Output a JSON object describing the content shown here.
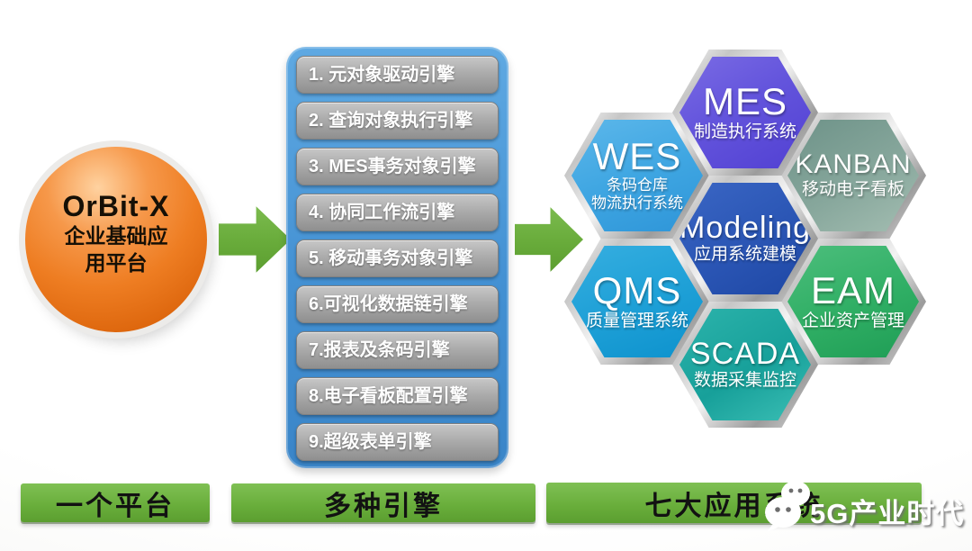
{
  "platform": {
    "name": "OrBit-X",
    "subtitle_line1": "企业基础应",
    "subtitle_line2": "用平台"
  },
  "engines": {
    "items": [
      "1. 元对象驱动引擎",
      "2. 查询对象执行引擎",
      "3. MES事务对象引擎",
      "4. 协同工作流引擎",
      "5. 移动事务对象引擎",
      "6.可视化数据链引擎",
      "7.报表及条码引擎",
      "8.电子看板配置引擎",
      "9.超级表单引擎"
    ]
  },
  "applications": {
    "hexagons": [
      {
        "name": "MES",
        "subtitle": "制造执行系统",
        "color_top": "#7a6be4",
        "color_bottom": "#5140d2"
      },
      {
        "name": "WES",
        "subtitle": "条码仓库",
        "subtitle2": "物流执行系统",
        "color_top": "#5cb7ea",
        "color_bottom": "#2e95d8"
      },
      {
        "name": "KANBAN",
        "subtitle": "移动电子看板",
        "color_top": "#6d9288",
        "color_bottom": "#a4beb2"
      },
      {
        "name": "Modeling",
        "subtitle": "应用系统建模",
        "color_top": "#3a66c4",
        "color_bottom": "#1e47a4"
      },
      {
        "name": "QMS",
        "subtitle": "质量管理系统",
        "color_top": "#35aee0",
        "color_bottom": "#0d92cd"
      },
      {
        "name": "EAM",
        "subtitle": "企业资产管理",
        "color_top": "#4cbe7c",
        "color_bottom": "#1f9d55"
      },
      {
        "name": "SCADA",
        "subtitle": "数据采集监控",
        "color_top": "#2cb3ab",
        "color_bottom": "#3cbfb5"
      }
    ]
  },
  "footer": {
    "labels": [
      "一个平台",
      "多种引擎",
      "七大应用系统"
    ]
  },
  "watermark": {
    "icon": "wechat-icon",
    "text": "5G产业时代"
  },
  "colors": {
    "sphere_orange": "#ee7d22",
    "arrow_green": "#68ab3a",
    "panel_blue": "#4491d3",
    "button_gray": "#aaaaaa",
    "bar_green": "#68ad3a",
    "hex_border_silver": "#c6c6c6"
  }
}
